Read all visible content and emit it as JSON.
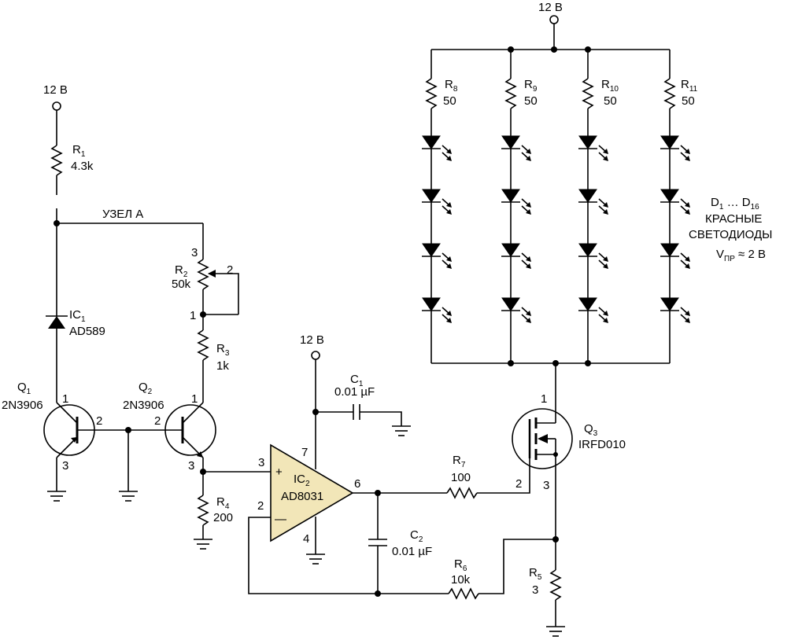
{
  "supplies": {
    "v12": "12 В"
  },
  "node_a": "УЗЕЛ A",
  "r1": {
    "ref": "R",
    "sub": "1",
    "value": "4.3k"
  },
  "r2": {
    "ref": "R",
    "sub": "2",
    "value": "50k",
    "pin3": "3",
    "pin2": "2",
    "pin1": "1"
  },
  "r3": {
    "ref": "R",
    "sub": "3",
    "value": "1k"
  },
  "r4": {
    "ref": "R",
    "sub": "4",
    "value": "200"
  },
  "r5": {
    "ref": "R",
    "sub": "5",
    "value": "3"
  },
  "r6": {
    "ref": "R",
    "sub": "6",
    "value": "10k"
  },
  "r7": {
    "ref": "R",
    "sub": "7",
    "value": "100"
  },
  "r8": {
    "ref": "R",
    "sub": "8",
    "value": "50"
  },
  "r9": {
    "ref": "R",
    "sub": "9",
    "value": "50"
  },
  "r10": {
    "ref": "R",
    "sub": "10",
    "value": "50"
  },
  "r11": {
    "ref": "R",
    "sub": "11",
    "value": "50"
  },
  "ic1": {
    "ref": "IC",
    "sub": "1",
    "part": "AD589"
  },
  "q1": {
    "ref": "Q",
    "sub": "1",
    "part": "2N3906",
    "pin1": "1",
    "pin2": "2",
    "pin3": "3"
  },
  "q2": {
    "ref": "Q",
    "sub": "2",
    "part": "2N3906",
    "pin1": "1",
    "pin2": "2",
    "pin3": "3"
  },
  "ic2": {
    "ref": "IC",
    "sub": "2",
    "part": "AD8031",
    "pin3": "3",
    "pin2": "2",
    "pin7": "7",
    "pin6": "6",
    "pin4": "4",
    "plus": "+",
    "minus": "—"
  },
  "c1": {
    "ref": "C",
    "sub": "1",
    "value": "0.01 µF"
  },
  "c2": {
    "ref": "C",
    "sub": "2",
    "value": "0.01 µF"
  },
  "q3": {
    "ref": "Q",
    "sub": "3",
    "part": "IRFD010",
    "pin1": "1",
    "pin2": "2",
    "pin3": "3"
  },
  "leds": {
    "d1": "D",
    "d1sub": "1",
    "sep": "…",
    "d16": "D",
    "d16sub": "16",
    "line1": "КРАСНЫЕ",
    "line2": "СВЕТОДИОДЫ",
    "vf": "V",
    "vfsub": "ПР",
    "vfval": "≈ 2 В"
  }
}
